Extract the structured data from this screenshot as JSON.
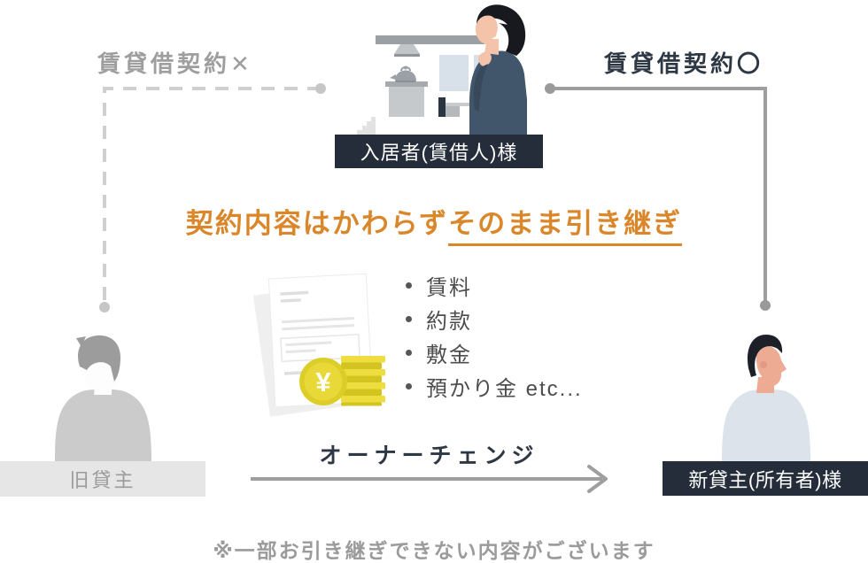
{
  "connectors": {
    "old_contract_label": "賃貸借契約✕",
    "new_contract_label": "賃貸借契約〇"
  },
  "tenant": {
    "label": "入居者(賃借人)様"
  },
  "headline": {
    "prefix": "契約内容はかわらず",
    "underlined": "そのまま引き継ぎ"
  },
  "handover_items": [
    {
      "label": "賃料"
    },
    {
      "label": "約款"
    },
    {
      "label": "敷金"
    },
    {
      "label": "預かり金 etc..."
    }
  ],
  "owner_change": {
    "label": "オーナーチェンジ"
  },
  "old_landlord": {
    "label": "旧貸主"
  },
  "new_landlord": {
    "label": "新貸主(所有者)様"
  },
  "footnote": "※一部お引き継ぎできない内容がございます",
  "colors": {
    "background": "#ffffff",
    "navy_text": "#2e3844",
    "navy_label_bg": "#252d3b",
    "orange_accent": "#d9872a",
    "inactive_gray": "#9e9e9e",
    "dashed_line": "#cfcfcf",
    "solid_line": "#9e9e9e",
    "list_text": "#4d4d4d",
    "old_label_bg": "#e6e6e6",
    "old_label_text": "#9b9b9b",
    "coin_yellow": "#e8d838",
    "shirt_blue_gray": "#dce3ea",
    "woman_top_slate": "#41566b"
  }
}
